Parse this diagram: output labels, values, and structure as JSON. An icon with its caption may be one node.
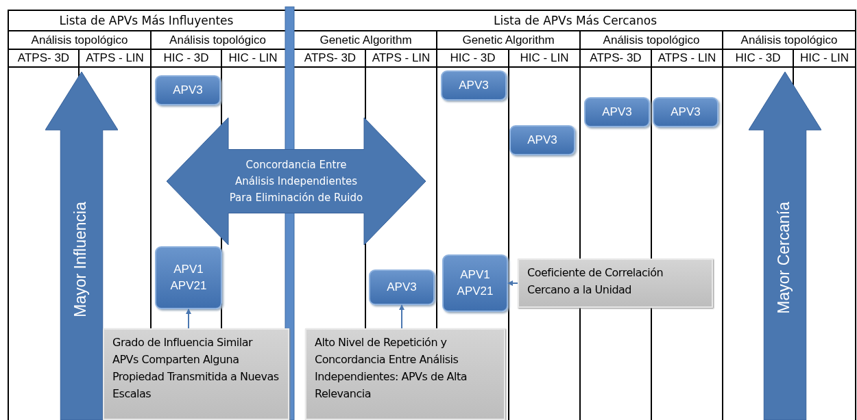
{
  "diagram": {
    "nodes": [
      {
        "text": [
          "APV3"
        ]
      },
      {
        "text": [
          "APV3"
        ]
      },
      {
        "text": [
          "APV3"
        ]
      },
      {
        "text": [
          "APV3"
        ]
      },
      {
        "text": [
          "APV3"
        ]
      },
      {
        "text": [
          "Concordancia Entre Análisis Independientes Para Eliminación de Ruido"
        ]
      },
      {
        "text": [
          "APV1 APV21"
        ]
      },
      {
        "text": [
          "APV3"
        ]
      },
      {
        "text": [
          "APV1 APV21"
        ]
      },
      {
        "text": [
          "Coeficiente de Correlación Cercano a la Unidad"
        ]
      },
      {
        "text": [
          "Mayor Influencia"
        ]
      },
      {
        "text": [
          "Grado de Influencia Similar APVs Comparten Alguna Propiedad Transmitida a Nuevas Escalas"
        ]
      },
      {
        "text": [
          "Alto Nivel de Repetición y Concordancia Entre Análisis Independientes: APVs de Alta Relevancia"
        ]
      },
      {
        "text": [
          "Mayor Cercanía"
        ]
      }
    ],
    "edges": [
      {
        "from": 11,
        "to": 6,
        "arrow": "to"
      },
      {
        "from": 12,
        "to": 7,
        "arrow": "to"
      },
      {
        "from": 9,
        "to": 8,
        "arrow": "to"
      }
    ],
    "labels": [
      "Lista de APVs Más Influyentes",
      "Lista de APVs Más Cercanos",
      "Análisis topológico",
      "Análisis topológico",
      "Genetic Algorithm",
      "Genetic Algorithm",
      "Análisis topológico",
      "Análisis topológico",
      "ATPS- 3D",
      "ATPS - LIN",
      "HIC - 3D",
      "HIC - LIN",
      "ATPS- 3D",
      "ATPS - LIN",
      "HIC - 3D",
      "HIC - LIN",
      "ATPS- 3D",
      "ATPS - LIN",
      "HIC - 3D",
      "HIC - LIN"
    ]
  }
}
